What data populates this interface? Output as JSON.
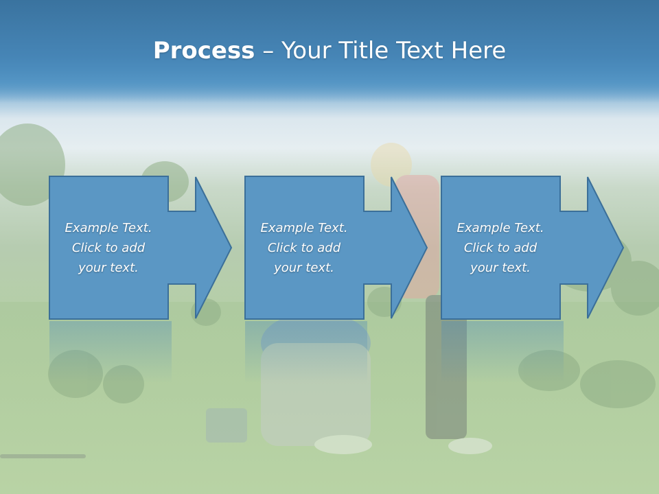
{
  "slide": {
    "title_bold": "Process",
    "title_rest": " – Your Title Text Here"
  },
  "steps": [
    {
      "text": "Example Text.\nClick  to add\nyour text."
    },
    {
      "text": "Example Text.\nClick  to add\nyour text."
    },
    {
      "text": "Example Text.\nClick  to add\nyour text."
    }
  ],
  "colors": {
    "title_band": "#4685b6",
    "step_fill": "#5b97c4",
    "step_border": "#3b6f99",
    "text": "#ffffff"
  }
}
